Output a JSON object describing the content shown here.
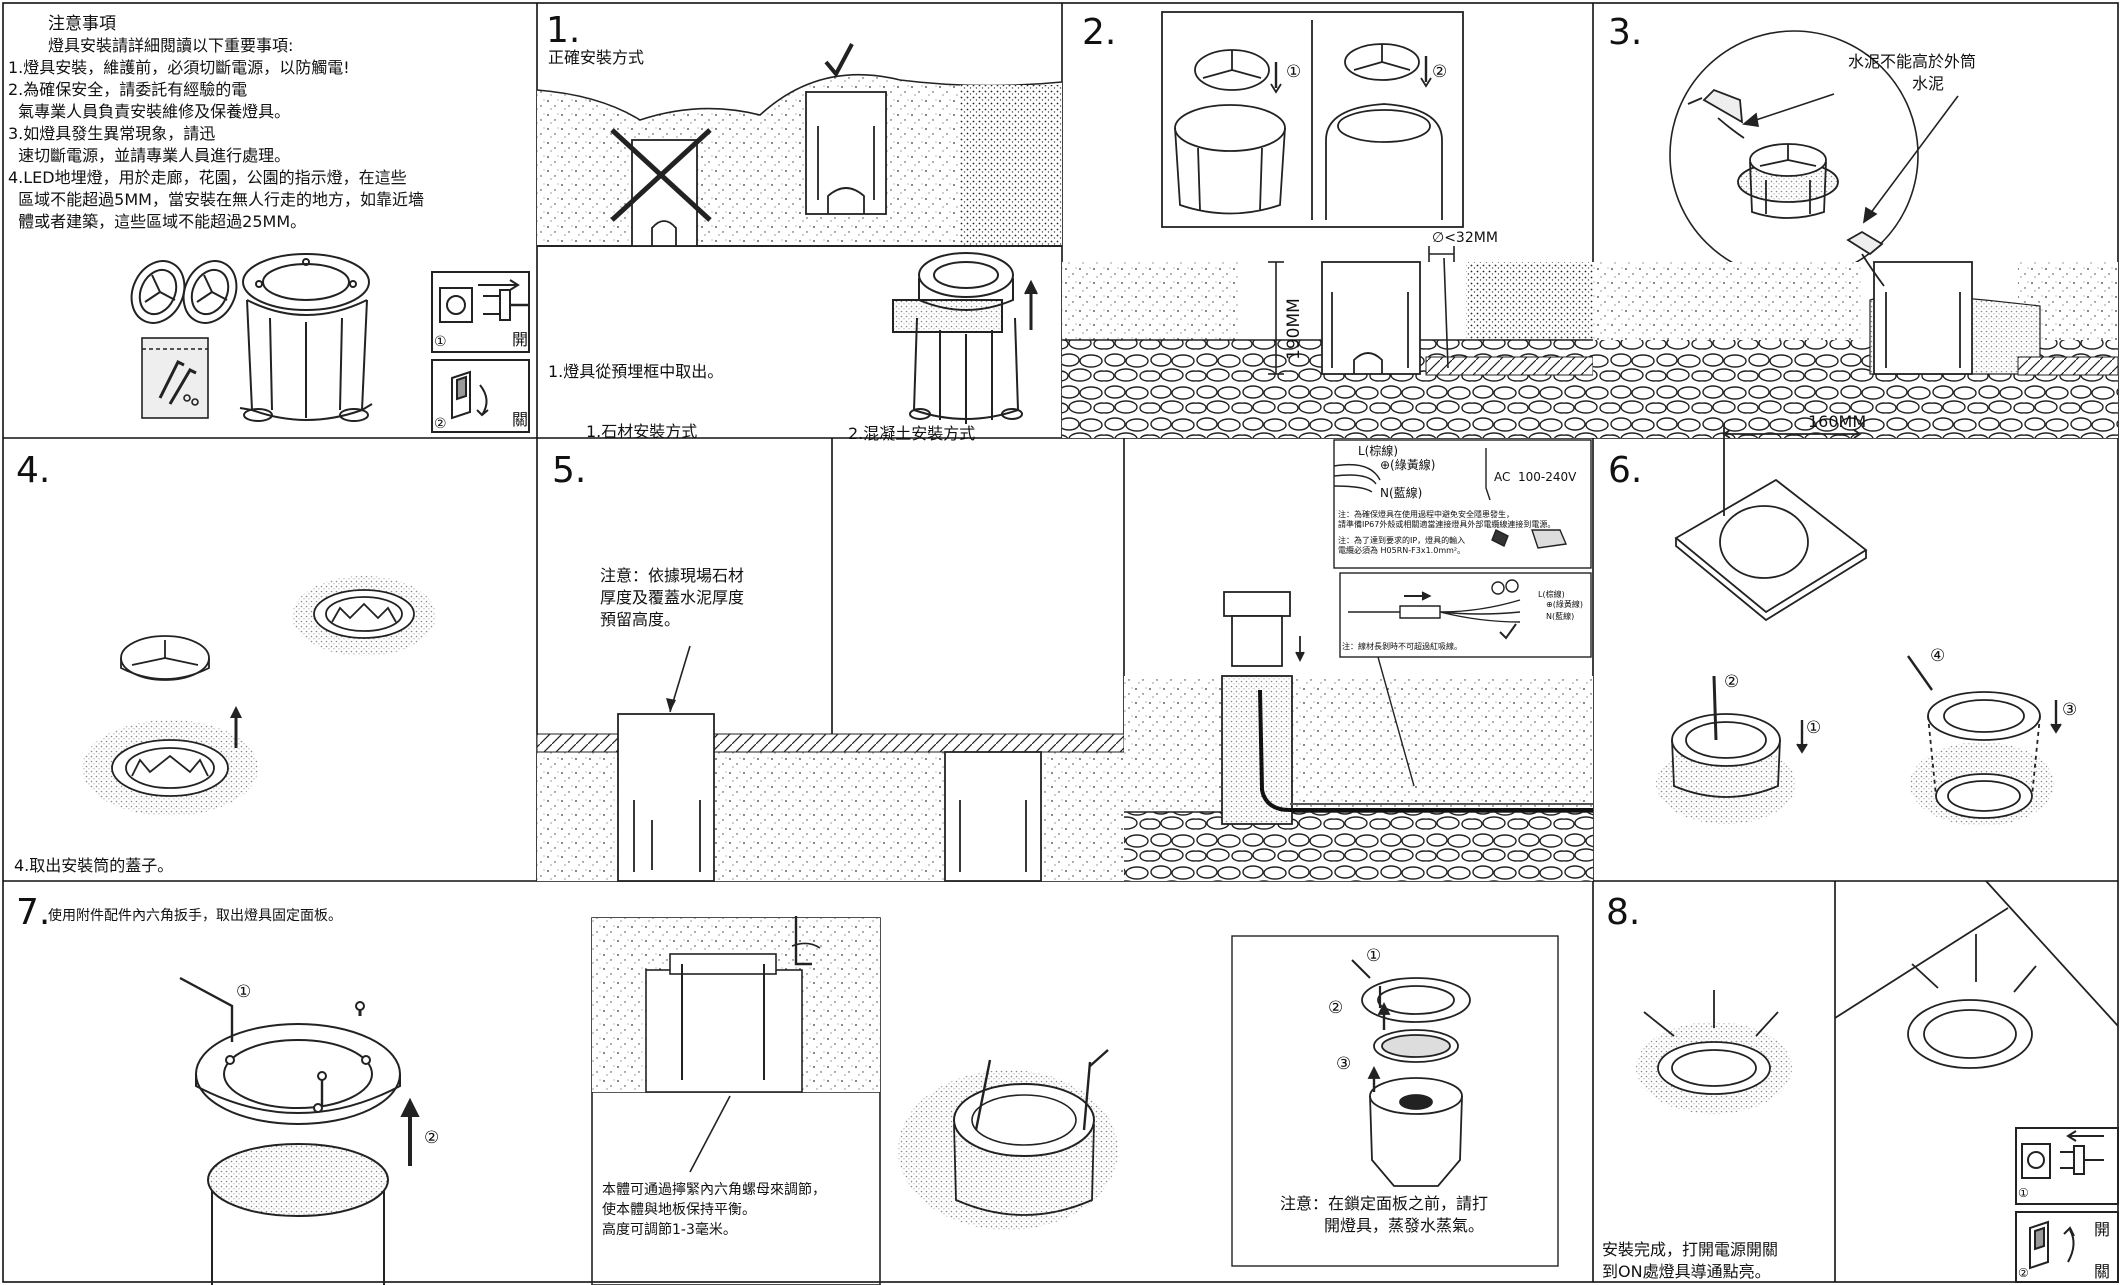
{
  "notes": {
    "title": "注意事項",
    "lines": [
      "燈具安裝請詳細閱讀以下重要事項:",
      "1.燈具安裝，維護前，必須切斷電源，以防觸電!",
      "2.為確保安全，請委託有經驗的電",
      "  氣專業人員負責安裝維修及保養燈具。",
      "3.如燈具發生異常現象，請迅",
      "  速切斷電源，並請專業人員進行處理。",
      "4.LED地埋燈，用於走廊，花園，公園的指示燈，在這些",
      "  區域不能超過5MM，當安裝在無人行走的地方，如靠近墻",
      "  體或者建築，這些區域不能超過25MM。"
    ],
    "switch_on": "開",
    "switch_off": "關",
    "circle_1": "①",
    "circle_2": "②"
  },
  "step1": {
    "number": "1.",
    "label": "正確安裝方式",
    "caption": "1.燈具從預埋框中取出。"
  },
  "step2": {
    "number": "2.",
    "dim_diameter": "∅<32MM",
    "dim_depth": "190MM",
    "circle_1": "①",
    "circle_2": "②"
  },
  "step3": {
    "number": "3.",
    "callout_line1": "水泥不能高於外筒",
    "callout_line2": "水泥"
  },
  "step4": {
    "number": "4.",
    "caption": "4.取出安裝筒的蓋子。"
  },
  "step5": {
    "number": "5.",
    "left_label": "1.石材安裝方式",
    "right_label": "2.混凝土安裝方式",
    "note_line1": "注意：依據現場石材",
    "note_line2": "厚度及覆蓋水泥厚度",
    "note_line3": "預留高度。"
  },
  "wiring": {
    "L": "L(棕線)",
    "PE": "⊕(綠黃線)",
    "N": "N(藍線)",
    "ac": "AC  100-240V",
    "note1_a": "注：為確保燈具在使用過程中避免安全隱患發生，",
    "note1_b": "請準備IP67外殼或相關適當連接燈具外部電纜線連接到電源。",
    "note2_a": "注：為了達到要求的IP，燈具的輸入",
    "note2_b": "電纜必須為 H05RN-F3x1.0mm²。",
    "small_L": "L(棕線)",
    "small_PE": "⊕(綠黃線)",
    "small_N": "N(藍線)",
    "note3": "注：線材長剝時不可超過紅吸線。"
  },
  "step6": {
    "number": "6.",
    "dimension": "160MM",
    "c1": "①",
    "c2": "②",
    "c3": "③",
    "c4": "④"
  },
  "step7": {
    "number": "7.",
    "title": "使用附件配件內六角扳手，取出燈具固定面板。",
    "c1": "①",
    "c2": "②",
    "adjust_line1": "本體可通過擰緊內六角螺母來調節，",
    "adjust_line2": "使本體與地板保持平衡。",
    "adjust_line3": "高度可調節1-3毫米。",
    "note_line1": "注意：在鎖定面板之前，請打",
    "note_line2": "開燈具，蒸發水蒸氣。",
    "r1": "①",
    "r2": "②",
    "r3": "③"
  },
  "step8": {
    "number": "8.",
    "caption_line1": "安裝完成，打開電源開關",
    "caption_line2": "到ON處燈具導通點亮。",
    "switch_on": "開",
    "switch_off": "關",
    "c1": "①",
    "c2": "②"
  }
}
